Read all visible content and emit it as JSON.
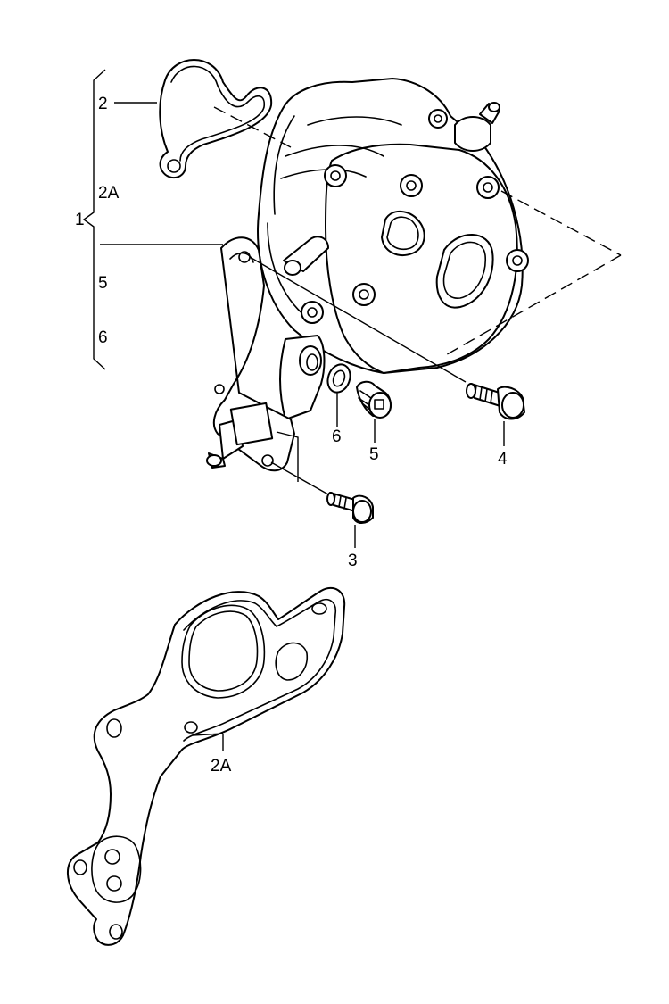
{
  "callouts": {
    "assembly": "1",
    "gasket_small": "2",
    "gasket_large_top": "2A",
    "bolt_short": "3",
    "bolt_long": "4",
    "screw_plug": "5",
    "seal_ring": "6",
    "legend_5": "5",
    "legend_6": "6",
    "gasket_large_bottom": "2A"
  }
}
